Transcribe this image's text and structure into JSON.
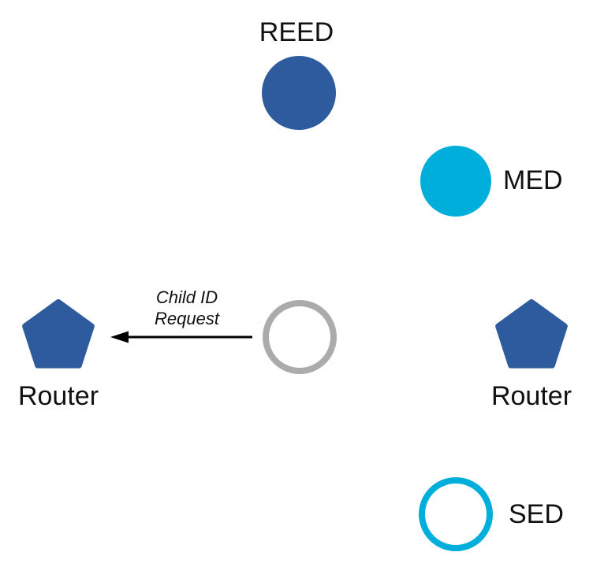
{
  "colors": {
    "router_blue": "#2E5A9E",
    "end_device_cyan": "#00AEDB",
    "pending_gray": "#ABABAB",
    "arrow_black": "#000000",
    "label_black": "#111111",
    "background": "#FFFFFF"
  },
  "nodes": {
    "reed": {
      "label": "REED"
    },
    "med": {
      "label": "MED"
    },
    "router_left": {
      "label": "Router"
    },
    "router_right": {
      "label": "Router"
    },
    "sed": {
      "label": "SED"
    }
  },
  "annotation": {
    "child_id_request": {
      "lines": [
        "Child ID",
        "Request"
      ]
    }
  }
}
